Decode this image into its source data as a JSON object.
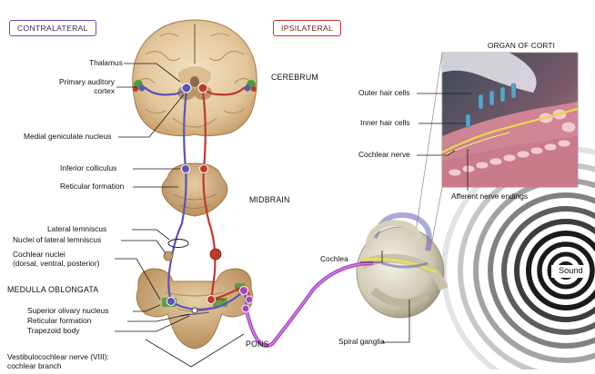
{
  "headers": {
    "contralateral": "CONTRALATERAL",
    "ipsilateral": "IPSILATERAL"
  },
  "regions": {
    "cerebrum": "CEREBRUM",
    "midbrain": "MIDBRAIN",
    "medulla": "MEDULLA OBLONGATA",
    "pons": "PONS",
    "organ_of_corti": "ORGAN OF CORTI"
  },
  "labels": {
    "thalamus": "Thalamus",
    "primary_auditory_cortex_1": "Primary auditory",
    "primary_auditory_cortex_2": "cortex",
    "medial_geniculate": "Medial geniculate nucleus",
    "inferior_colliculus": "Inferior colliculus",
    "reticular_formation_mid": "Reticular formation",
    "lateral_lemniscus": "Lateral lemniscus",
    "nuclei_lateral_lemniscus": "Nuclei of lateral lemniscus",
    "cochlear_nuclei_1": "Cochlear nuclei",
    "cochlear_nuclei_2": "(dorsal, ventral, posterior)",
    "superior_olivary": "Superior olivary nucleus",
    "reticular_formation_low": "Reticular formation",
    "trapezoid_body": "Trapezoid body",
    "vestibulocochlear_1": "Vestibulocochlear nerve (VIII):",
    "vestibulocochlear_2": "cochlear branch",
    "outer_hair_cells": "Outer hair cells",
    "inner_hair_cells": "Inner hair cells",
    "cochlear_nerve": "Cochlear nerve",
    "afferent_nerve_endings": "Afferent nerve endings",
    "cochlea": "Cochlea",
    "spiral_ganglia": "Spiral ganglia",
    "sound": "Sound"
  },
  "colors": {
    "contralateral": "#5b53b8",
    "ipsilateral": "#c0392b",
    "nerve": "#b54fcf",
    "brain_tissue": "#d9b98e",
    "brain_cortex": "#e8cfa3"
  }
}
